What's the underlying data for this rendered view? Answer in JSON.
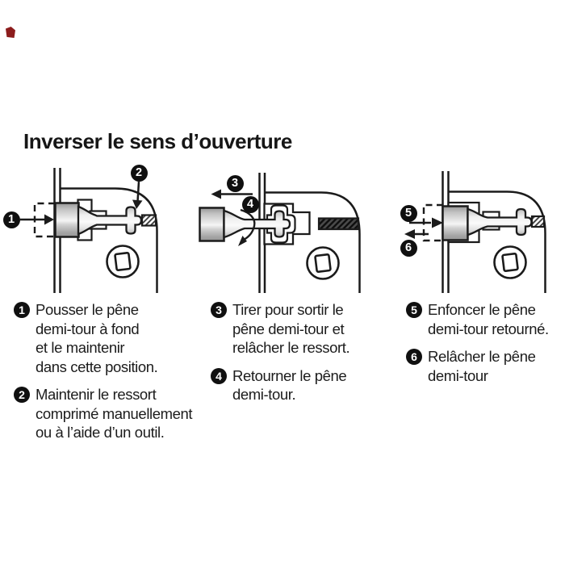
{
  "title": "Inverser le sens d’ouverture",
  "colors": {
    "ink": "#1b1b1b",
    "badge_bg": "#101010",
    "badge_text": "#ffffff",
    "metal_light": "#f4f4f4",
    "metal_dark": "#999999",
    "red_mark": "#8c1c1c"
  },
  "figure_badges": [
    "1",
    "2",
    "3",
    "4",
    "5",
    "6"
  ],
  "figures": [
    {
      "name": "push-latch",
      "badges": [
        "1",
        "2"
      ]
    },
    {
      "name": "pull-and-rotate-latch",
      "badges": [
        "3",
        "4"
      ]
    },
    {
      "name": "reinsert-latch",
      "badges": [
        "5",
        "6"
      ]
    }
  ],
  "steps": [
    {
      "num": "1",
      "lines": [
        "Pousser le pêne",
        "demi-tour à fond",
        "et le maintenir",
        "dans cette position."
      ]
    },
    {
      "num": "2",
      "lines": [
        "Maintenir le ressort",
        "comprimé manuellement",
        "ou à l’aide d’un outil."
      ]
    },
    {
      "num": "3",
      "lines": [
        "Tirer pour sortir le",
        "pêne demi-tour et",
        "relâcher le ressort."
      ]
    },
    {
      "num": "4",
      "lines": [
        "Retourner le pêne",
        "demi-tour."
      ]
    },
    {
      "num": "5",
      "lines": [
        "Enfoncer le pêne",
        "demi-tour retourné."
      ]
    },
    {
      "num": "6",
      "lines": [
        "Relâcher le pêne",
        "demi-tour"
      ]
    }
  ]
}
